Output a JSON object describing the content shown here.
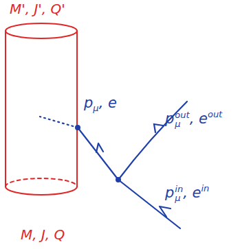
{
  "diagram": {
    "nodes": [
      {
        "text": [
          "M', J', Q'",
          "M, J, Q"
        ]
      }
    ],
    "labels": [
      "p",
      "μ",
      "out",
      ", e",
      "out",
      "p",
      "μ",
      ", e",
      "p",
      "μ",
      "in",
      ", e",
      "in"
    ]
  }
}
